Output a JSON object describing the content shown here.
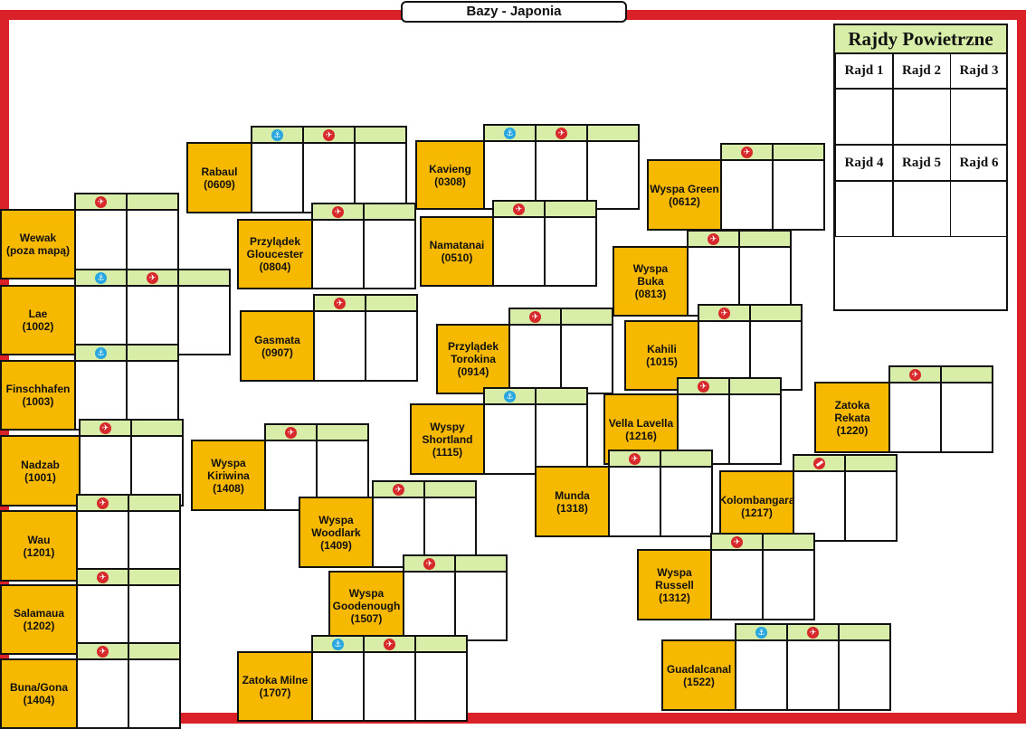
{
  "title": "Bazy - Japonia",
  "colors": {
    "frame": "#da2128",
    "name_bg": "#f7b800",
    "header_bg": "#d7eda8",
    "plane_icon": "#d7282c",
    "anchor_icon": "#27a6e0"
  },
  "bases": [
    {
      "name": [
        "Rabaul"
      ],
      "code": "(0609)",
      "icons": [
        "anchor-icon",
        "plane-icon",
        "none"
      ]
    },
    {
      "name": [
        "Kavieng"
      ],
      "code": "(0308)",
      "icons": [
        "anchor-icon",
        "plane-icon",
        "none"
      ]
    },
    {
      "name": [
        "Wyspa Green"
      ],
      "code": "(0612)",
      "icons": [
        "plane-icon",
        "none"
      ]
    },
    {
      "name": [
        "Wewak",
        "(poza mapą)"
      ],
      "code": "",
      "icons": [
        "plane-icon",
        "none"
      ]
    },
    {
      "name": [
        "Przylądek",
        "Gloucester"
      ],
      "code": "(0804)",
      "icons": [
        "plane-icon",
        "none"
      ]
    },
    {
      "name": [
        "Namatanai"
      ],
      "code": "(0510)",
      "icons": [
        "plane-icon",
        "none"
      ]
    },
    {
      "name": [
        "Wyspa",
        "Buka"
      ],
      "code": "(0813)",
      "icons": [
        "plane-icon",
        "none"
      ]
    },
    {
      "name": [
        "Lae"
      ],
      "code": "(1002)",
      "icons": [
        "anchor-icon",
        "plane-icon",
        "none"
      ]
    },
    {
      "name": [
        "Gasmata"
      ],
      "code": "(0907)",
      "icons": [
        "plane-icon",
        "none"
      ]
    },
    {
      "name": [
        "Przylądek",
        "Torokina"
      ],
      "code": "(0914)",
      "icons": [
        "plane-icon",
        "none"
      ]
    },
    {
      "name": [
        "Kahili"
      ],
      "code": "(1015)",
      "icons": [
        "plane-icon",
        "none"
      ]
    },
    {
      "name": [
        "Finschhafen"
      ],
      "code": "(1003)",
      "icons": [
        "anchor-icon",
        "none"
      ]
    },
    {
      "name": [
        "Zatoka",
        "Rekata"
      ],
      "code": "(1220)",
      "icons": [
        "plane-icon",
        "none"
      ]
    },
    {
      "name": [
        "Wyspy",
        "Shortland"
      ],
      "code": "(1115)",
      "icons": [
        "anchor-icon",
        "none"
      ]
    },
    {
      "name": [
        "Vella Lavella"
      ],
      "code": "(1216)",
      "icons": [
        "plane-icon",
        "none"
      ]
    },
    {
      "name": [
        "Nadzab"
      ],
      "code": "(1001)",
      "icons": [
        "plane-icon",
        "none"
      ]
    },
    {
      "name": [
        "Wyspa",
        "Kiriwina"
      ],
      "code": "(1408)",
      "icons": [
        "plane-icon",
        "none"
      ]
    },
    {
      "name": [
        "Munda"
      ],
      "code": "(1318)",
      "icons": [
        "plane-icon",
        "none"
      ]
    },
    {
      "name": [
        "Kolombangara"
      ],
      "code": "(1217)",
      "icons": [
        "blocked-icon",
        "none"
      ]
    },
    {
      "name": [
        "Wyspa",
        "Woodlark"
      ],
      "code": "(1409)",
      "icons": [
        "plane-icon",
        "none"
      ]
    },
    {
      "name": [
        "Wau"
      ],
      "code": "(1201)",
      "icons": [
        "plane-icon",
        "none"
      ]
    },
    {
      "name": [
        "Wyspa",
        "Russell"
      ],
      "code": "(1312)",
      "icons": [
        "plane-icon",
        "none"
      ]
    },
    {
      "name": [
        "Salamaua"
      ],
      "code": "(1202)",
      "icons": [
        "plane-icon",
        "none"
      ]
    },
    {
      "name": [
        "Wyspa",
        "Goodenough"
      ],
      "code": "(1507)",
      "icons": [
        "plane-icon",
        "none"
      ]
    },
    {
      "name": [
        "Guadalcanal"
      ],
      "code": "(1522)",
      "icons": [
        "anchor-icon",
        "plane-icon",
        "none"
      ]
    },
    {
      "name": [
        "Zatoka Milne"
      ],
      "code": "(1707)",
      "icons": [
        "anchor-icon",
        "plane-icon",
        "none"
      ]
    },
    {
      "name": [
        "Buna/Gona"
      ],
      "code": "(1404)",
      "icons": [
        "plane-icon",
        "none"
      ]
    }
  ],
  "raids": {
    "title": "Rajdy Powietrzne",
    "labels": [
      "Rajd 1",
      "Rajd 2",
      "Rajd 3",
      "Rajd 4",
      "Rajd 5",
      "Rajd 6"
    ]
  }
}
